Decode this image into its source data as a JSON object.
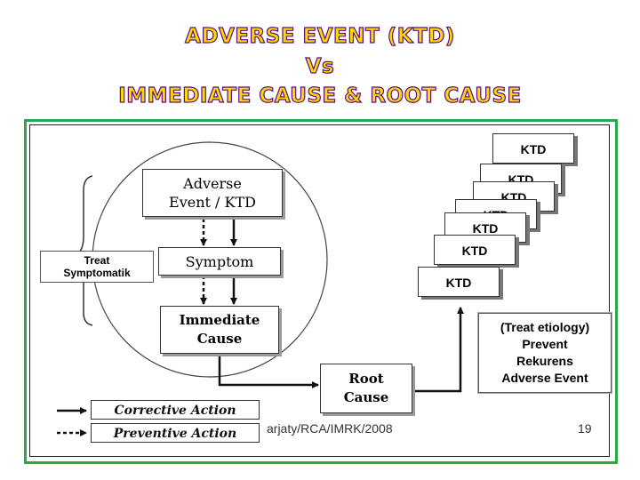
{
  "title": {
    "line1": "ADVERSE EVENT (KTD)",
    "line2": "Vs",
    "line3": "IMMEDIATE CAUSE & ROOT CAUSE"
  },
  "diagram": {
    "adverse_event": "Adverse\nEvent / KTD",
    "symptom": "Symptom",
    "immediate_cause": "Immediate\nCause",
    "root_cause": "Root\nCause",
    "treat_symptomatik": "Treat\nSymptomatik",
    "treat_etiology": "(Treat etiology)\nPrevent\nRekurens\nAdverse Event",
    "ktd_stack": [
      "KTD",
      "KTD",
      "KTD",
      "KTD",
      "KTD",
      "KTD",
      "KTD"
    ]
  },
  "legend": {
    "corrective": "Corrective Action",
    "preventive": "Preventive Action"
  },
  "footer": {
    "credit": "arjaty/RCA/IMRK/2008",
    "page_number": "19"
  }
}
